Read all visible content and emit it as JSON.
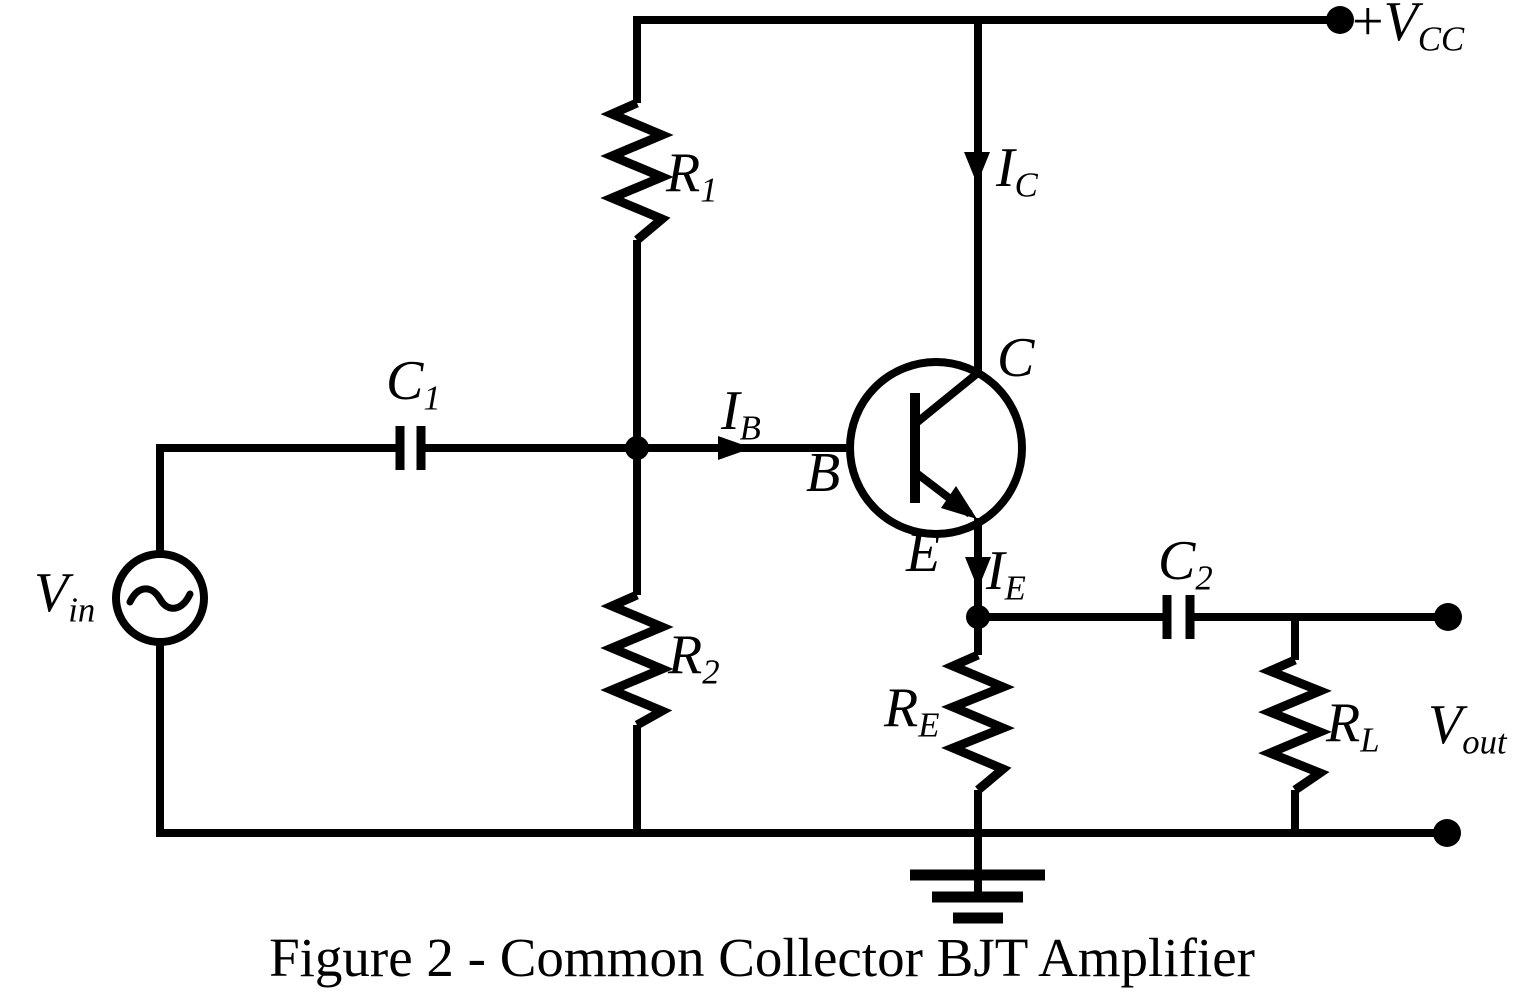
{
  "colors": {
    "ink": "#000000",
    "background": "#ffffff"
  },
  "caption": "Figure 2 - Common Collector BJT Amplifier",
  "labels": {
    "vcc": {
      "pre": "+",
      "main": "V",
      "sub": "CC"
    },
    "r1": {
      "main": "R",
      "sub": "1"
    },
    "ic": {
      "main": "I",
      "sub": "C"
    },
    "collector": {
      "main": "C"
    },
    "c1": {
      "main": "C",
      "sub": "1"
    },
    "ib": {
      "main": "I",
      "sub": "B"
    },
    "base": {
      "main": "B"
    },
    "emitter": {
      "main": "E"
    },
    "ie": {
      "main": "I",
      "sub": "E"
    },
    "r2": {
      "main": "R",
      "sub": "2"
    },
    "c2": {
      "main": "C",
      "sub": "2"
    },
    "re": {
      "main": "R",
      "sub": "E"
    },
    "rl": {
      "main": "R",
      "sub": "L"
    },
    "vin": {
      "main": "V",
      "sub": "in"
    },
    "vout": {
      "main": "V",
      "sub": "out"
    }
  }
}
